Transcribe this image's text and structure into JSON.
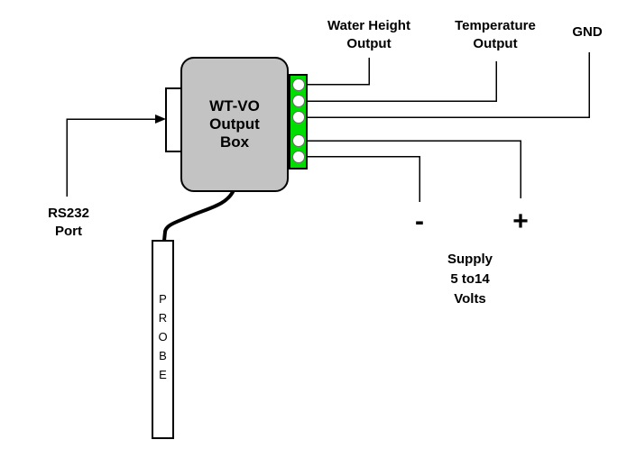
{
  "diagram": {
    "device_box": {
      "line1": "WT-VO",
      "line2": "Output",
      "line3": "Box"
    },
    "labels": {
      "water_height": {
        "line1": "Water Height",
        "line2": "Output"
      },
      "temperature": {
        "line1": "Temperature",
        "line2": "Output"
      },
      "gnd": "GND",
      "rs232": {
        "line1": "RS232",
        "line2": "Port"
      },
      "supply_minus": "-",
      "supply_plus": "+",
      "supply": {
        "line1": "Supply",
        "line2": "5 to14",
        "line3": "Volts"
      },
      "probe": "PROBE"
    },
    "terminal_count": 5,
    "colors": {
      "background": "#ffffff",
      "device_fill": "#c3c3c3",
      "terminal_block_fill": "#00dd00",
      "wire": "#000000"
    }
  }
}
